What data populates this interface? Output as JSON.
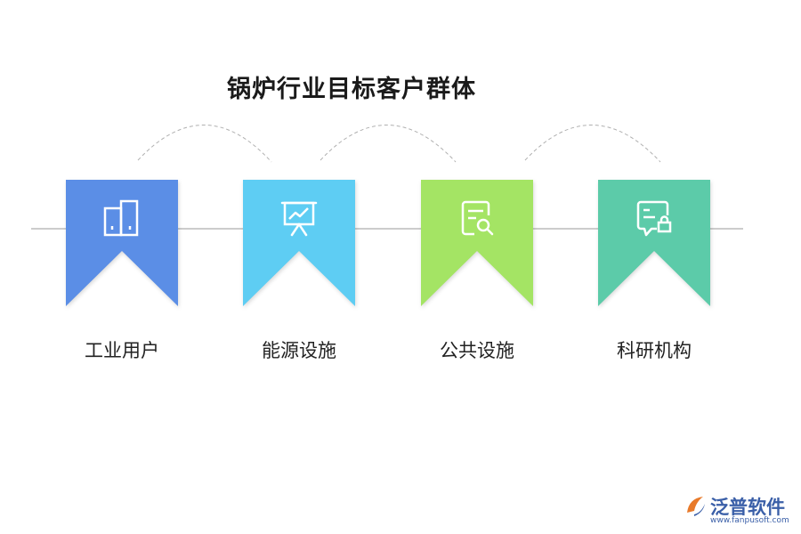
{
  "title": "锅炉行业目标客户群体",
  "items": [
    {
      "label": "工业用户",
      "icon": "building-doors-icon",
      "color": "#5b8ee6"
    },
    {
      "label": "能源设施",
      "icon": "presentation-chart-icon",
      "color": "#5ecdf3"
    },
    {
      "label": "公共设施",
      "icon": "document-search-icon",
      "color": "#a4e464"
    },
    {
      "label": "科研机构",
      "icon": "message-lock-icon",
      "color": "#5ccba9"
    }
  ],
  "logo": {
    "name": "泛普软件",
    "url": "www.fanpusoft.com",
    "color_name": "#3a5fa8",
    "color_mark": "#e87a2a"
  }
}
